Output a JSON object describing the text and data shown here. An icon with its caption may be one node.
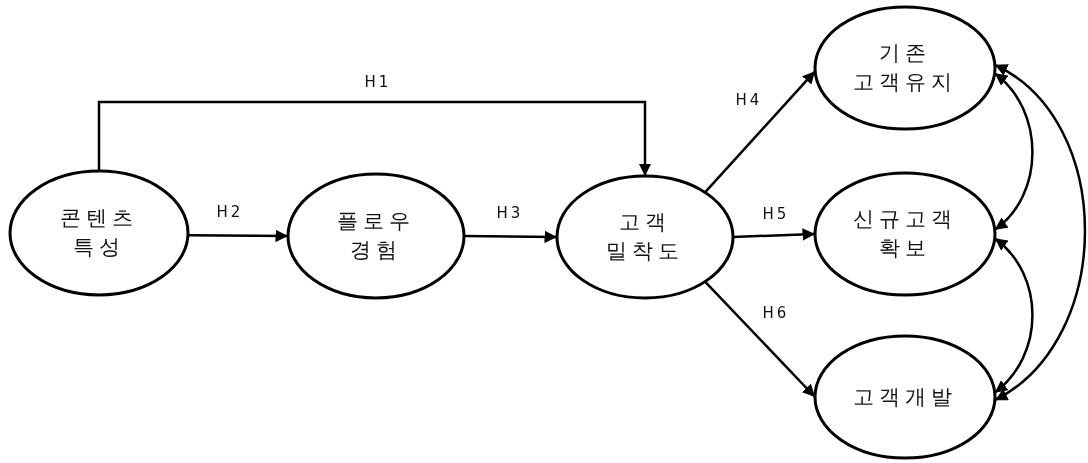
{
  "diagram": {
    "nodes": [
      {
        "text": [
          "콘텐츠 특성"
        ]
      },
      {
        "text": [
          "플로우 경험"
        ]
      },
      {
        "text": [
          "고객 밀착도"
        ]
      },
      {
        "text": [
          "기존 고객유지"
        ]
      },
      {
        "text": [
          "신규고객 확보"
        ]
      },
      {
        "text": [
          "고객개발"
        ]
      }
    ],
    "edges": [
      {
        "from": 0,
        "to": 2,
        "arrow": "to",
        "label": "H1"
      },
      {
        "from": 0,
        "to": 1,
        "arrow": "to",
        "label": "H2"
      },
      {
        "from": 1,
        "to": 2,
        "arrow": "to",
        "label": "H3"
      },
      {
        "from": 2,
        "to": 3,
        "arrow": "to",
        "label": "H4"
      },
      {
        "from": 2,
        "to": 4,
        "arrow": "to",
        "label": "H5"
      },
      {
        "from": 2,
        "to": 5,
        "arrow": "to",
        "label": "H6"
      },
      {
        "from": 3,
        "to": 4,
        "arrow": "both"
      },
      {
        "from": 4,
        "to": 5,
        "arrow": "both"
      },
      {
        "from": 3,
        "to": 5,
        "arrow": "both"
      }
    ]
  }
}
